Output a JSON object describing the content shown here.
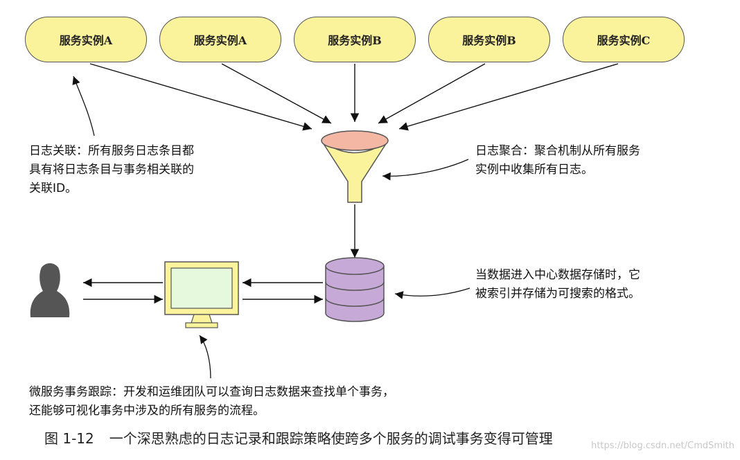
{
  "services": [
    {
      "label": "服务实例A"
    },
    {
      "label": "服务实例A"
    },
    {
      "label": "服务实例B"
    },
    {
      "label": "服务实例B"
    },
    {
      "label": "服务实例C"
    }
  ],
  "notes": {
    "correlation": [
      "日志关联：所有服务日志条目都",
      "具有将日志条目与事务相关联的",
      "关联ID。"
    ],
    "aggregation": [
      "日志聚合：聚合机制从所有服务",
      "实例中收集所有日志。"
    ],
    "storage": [
      "当数据进入中心数据存储时，它",
      "被索引并存储为可搜索的格式。"
    ],
    "tracing": [
      "微服务事务跟踪：开发和运维团队可以查询日志数据来查找单个事务，",
      "还能够可视化事务中涉及的所有服务的流程。"
    ]
  },
  "caption": {
    "number": "图 1-12",
    "text": "一个深思熟虑的日志记录和跟踪策略使跨多个服务的调试事务变得可管理"
  },
  "watermark": "https://blog.csdn.net/CmdSmith",
  "colors": {
    "service_fill": "#fbf29c",
    "funnel_fill": "#fbf29c",
    "funnel_top": "#f3b7a4",
    "database_fill": "#c6a9d6",
    "monitor_bezel": "#fbf29c",
    "monitor_screen": "#e6f9dc",
    "person": "#555555"
  },
  "icons": [
    "funnel-icon",
    "database-icon",
    "monitor-icon",
    "person-icon"
  ]
}
